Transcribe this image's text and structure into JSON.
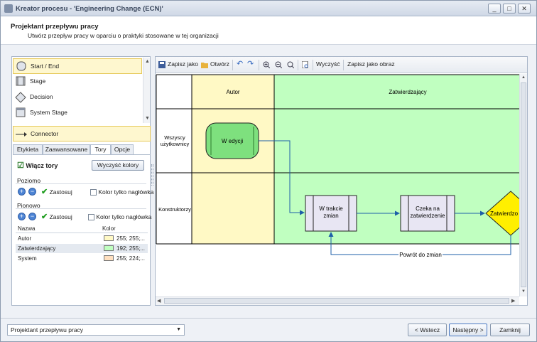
{
  "window": {
    "title": "Kreator procesu - 'Engineering Change (ECN)'",
    "minimize": "_",
    "maximize": "□",
    "close": "✕"
  },
  "header": {
    "title": "Projektant przepływu pracy",
    "subtitle": "Utwórz przepływ pracy w oparciu o praktyki stosowane w tej organizacji"
  },
  "shapes": [
    {
      "label": "Start / End",
      "icon": "terminator-icon"
    },
    {
      "label": "Stage",
      "icon": "stage-icon"
    },
    {
      "label": "Decision",
      "icon": "diamond-icon"
    },
    {
      "label": "System Stage",
      "icon": "system-stage-icon"
    }
  ],
  "connector": {
    "label": "Connector",
    "icon": "arrow-icon"
  },
  "tabs": [
    "Etykieta",
    "Zaawansowane",
    "Tory",
    "Opcje"
  ],
  "active_tab": "Tory",
  "lanes_panel": {
    "enable_label": "Włącz tory",
    "clear_colors": "Wyczyść kolory",
    "horizontal_label": "Poziomo",
    "vertical_label": "Pionowo",
    "apply_label": "Zastosuj",
    "header_color_only": "Kolor tylko nagłówka",
    "columns": [
      "Nazwa",
      "Kolor"
    ],
    "rows": [
      {
        "name": "Autor",
        "color_text": "255; 255;...",
        "color": "#fff9c5"
      },
      {
        "name": "Zatwierdzający",
        "color_text": "192; 255;...",
        "color": "#c0ffc0"
      },
      {
        "name": "System",
        "color_text": "255; 224;...",
        "color": "#ffe0c0"
      }
    ]
  },
  "toolbar": {
    "save_as": "Zapisz jako",
    "open": "Otwórz",
    "clear": "Wyczyść",
    "save_image": "Zapisz jako obraz"
  },
  "diagram": {
    "columns": [
      {
        "label": "Autor",
        "color": "#fff9c5"
      },
      {
        "label": "Zatwierdzający",
        "color": "#c0ffc0"
      }
    ],
    "rows": [
      "Wszyscy użytkownicy",
      "Konstruktorzy"
    ],
    "nodes": {
      "start": "W edycji",
      "stage1": "W trakcie zmian",
      "stage2": "Czeka na zatwierdzenie",
      "decision": "Zatwierdzo"
    },
    "loop_label": "Powrót do zmian"
  },
  "footer": {
    "combo_value": "Projektant przepływu pracy",
    "back": "< Wstecz",
    "next": "Następny >",
    "close": "Zamknij"
  }
}
